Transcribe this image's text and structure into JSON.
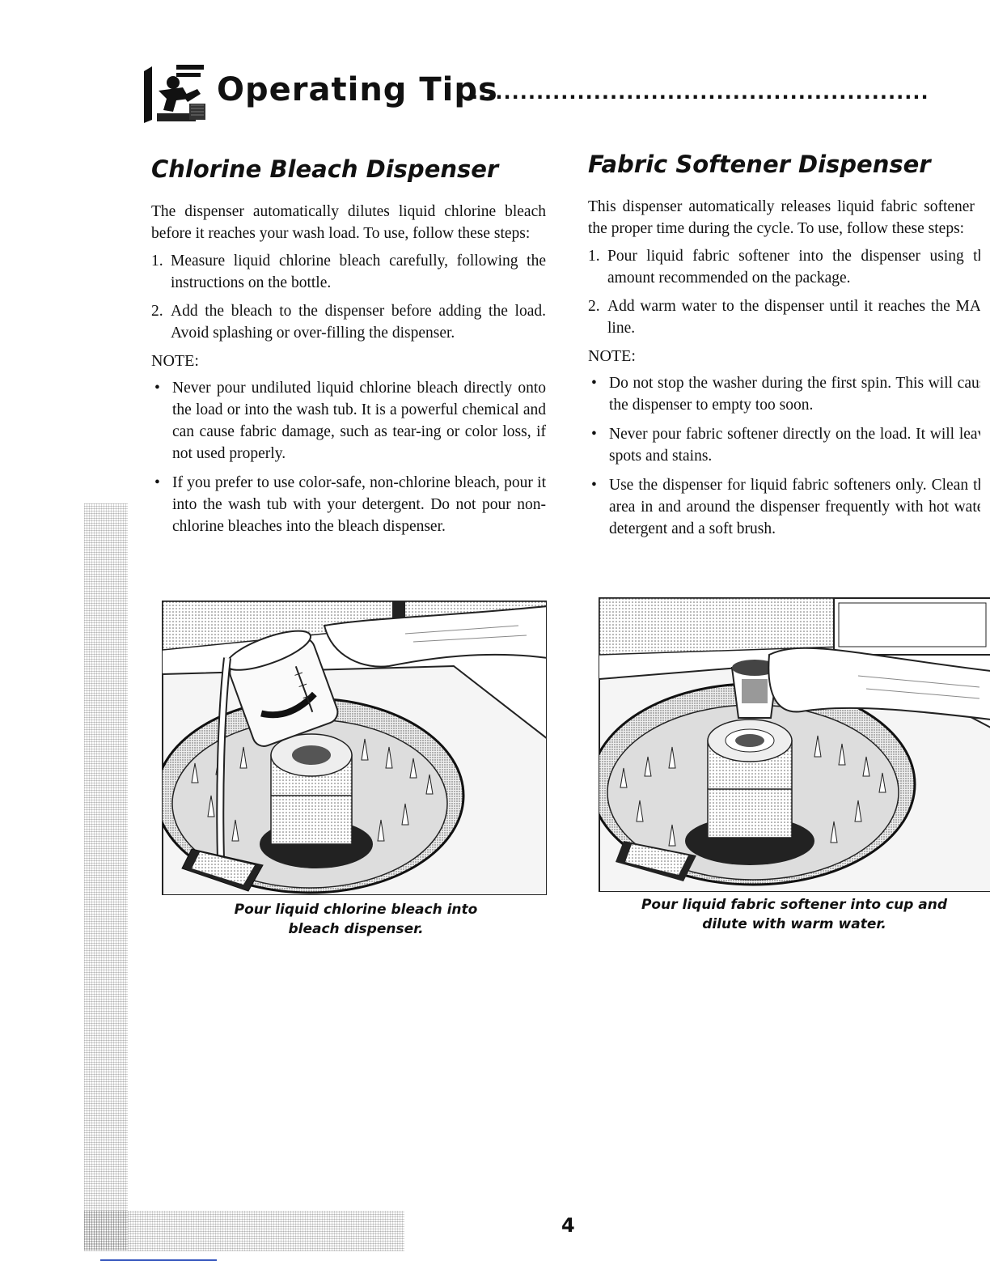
{
  "header": {
    "title": "Operating Tips",
    "icon": "operating-tips-icon"
  },
  "left": {
    "heading": "Chlorine Bleach Dispenser",
    "intro": "The dispenser automatically dilutes liquid chlorine bleach before it reaches your wash load. To use, follow these steps:",
    "steps": [
      {
        "num": "1.",
        "text": "Measure liquid chlorine bleach carefully, following the instructions on the bottle."
      },
      {
        "num": "2.",
        "text": "Add the bleach to the dispenser before adding the load. Avoid splashing or over-filling the dispenser."
      }
    ],
    "note_label": "NOTE:",
    "bullets": [
      "Never pour undiluted liquid chlorine bleach directly onto the load or into the wash tub. It is a powerful chemical and can cause fabric damage, such as tear-ing or color loss, if not used properly.",
      "If you prefer to use color-safe, non-chlorine bleach, pour it into the wash tub with your detergent. Do not pour non-chlorine bleaches into the bleach dispenser."
    ],
    "caption_line1": "Pour liquid chlorine bleach into",
    "caption_line2": "bleach dispenser."
  },
  "right": {
    "heading": "Fabric Softener Dispenser",
    "intro": "This dispenser automatically releases liquid fabric softener at the proper time during the cycle. To use, follow these steps:",
    "steps": [
      {
        "num": "1.",
        "text": "Pour liquid fabric softener into the dispenser using the amount recommended on the package."
      },
      {
        "num": "2.",
        "text": "Add warm water to the dispenser until it reaches the MAX line."
      }
    ],
    "note_label": "NOTE:",
    "bullets": [
      "Do not stop the washer during the first spin. This will cause the dispenser to empty too soon.",
      "Never pour fabric softener directly on the load. It will leave spots and stains.",
      "Use the dispenser for liquid fabric softeners only. Clean the area in and around the dispenser frequently with hot water, detergent and a soft brush."
    ],
    "caption_line1": "Pour liquid fabric softener into cup and",
    "caption_line2": "dilute with warm water."
  },
  "page_number": "4"
}
